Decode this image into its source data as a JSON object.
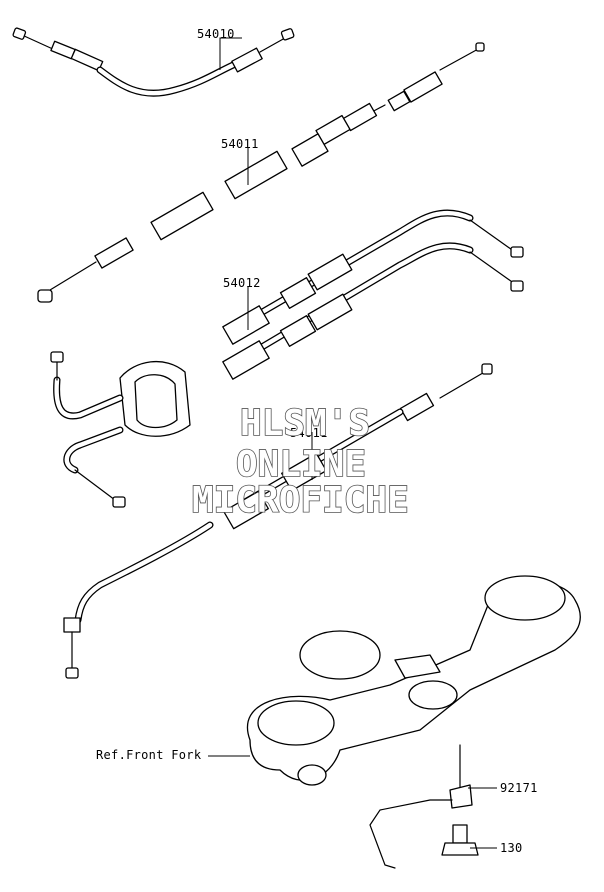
{
  "callouts": [
    {
      "id": "54010",
      "label": "54010"
    },
    {
      "id": "54011",
      "label": "54011"
    },
    {
      "id": "54012",
      "label": "54012"
    },
    {
      "id": "92171",
      "label": "92171"
    },
    {
      "id": "130",
      "label": "130"
    }
  ],
  "reference": {
    "label": "Ref.Front Fork"
  },
  "watermark": {
    "line1": "HLSM'S",
    "line2": "ONLINE",
    "line3": "MICROFICHE"
  },
  "obscured_label": {
    "label": "54011"
  }
}
